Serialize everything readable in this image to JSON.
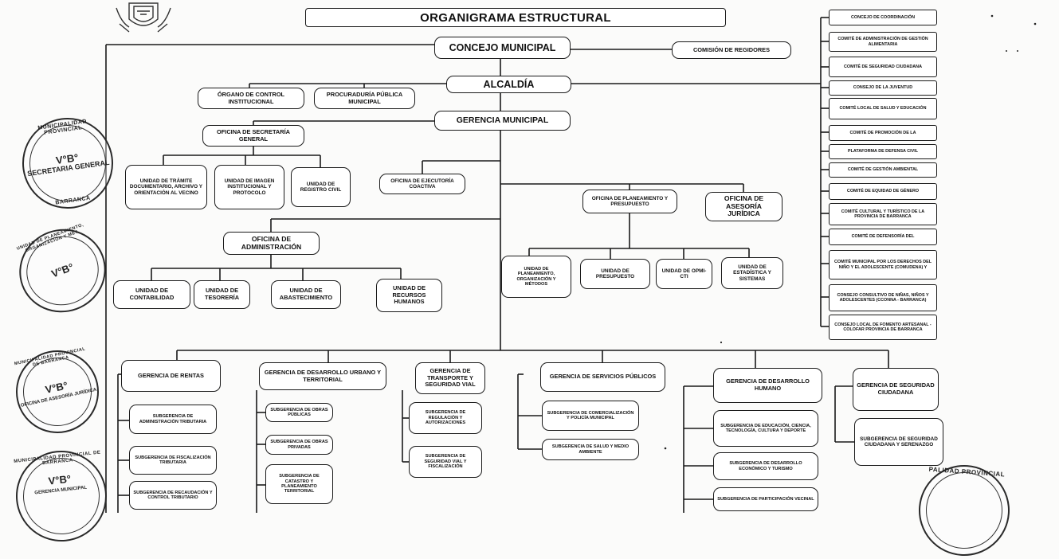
{
  "title": "ORGANIGRAMA ESTRUCTURAL",
  "boxes": {
    "concejo": "CONCEJO MUNICIPAL",
    "comision": "COMISIÓN DE REGIDORES",
    "alcaldia": "ALCALDÍA",
    "control": "ÓRGANO DE CONTROL INSTITUCIONAL",
    "procuraduria": "PROCURADURÍA PÚBLICA MUNICIPAL",
    "gerencia_municipal": "GERENCIA MUNICIPAL",
    "secretaria": "OFICINA DE SECRETARÍA GENERAL",
    "tramite": "UNIDAD DE TRÁMITE DOCUMENTARIO, ARCHIVO Y ORIENTACIÓN AL VECINO",
    "imagen": "UNIDAD DE IMAGEN INSTITUCIONAL Y PROTOCOLO",
    "registro": "UNIDAD DE REGISTRO CIVIL",
    "ejecutoria": "OFICINA DE EJECUTORÍA COACTIVA",
    "planeamiento": "OFICINA DE PLANEAMIENTO Y PRESUPUESTO",
    "asesoria": "OFICINA DE ASESORÍA JURÍDICA",
    "u_planeamiento": "UNIDAD DE PLANEAMIENTO, ORGANIZACIÓN Y MÉTODOS",
    "u_presupuesto": "UNIDAD DE PRESUPUESTO",
    "u_opmi": "UNIDAD DE OPMI-CTI",
    "u_estadistica": "UNIDAD DE ESTADÍSTICA Y SISTEMAS",
    "administracion": "OFICINA DE ADMINISTRACIÓN",
    "contabilidad": "UNIDAD DE CONTABILIDAD",
    "tesoreria": "UNIDAD DE TESORERÍA",
    "abastecimiento": "UNIDAD DE ABASTECIMIENTO",
    "rrhh": "UNIDAD DE RECURSOS HUMANOS",
    "g_rentas": "GERENCIA DE RENTAS",
    "g_urbano": "GERENCIA DE DESARROLLO URBANO Y TERRITORIAL",
    "g_transporte": "GERENCIA DE TRANSPORTE Y SEGURIDAD VIAL",
    "g_servicios": "GERENCIA DE SERVICIOS PÚBLICOS",
    "g_humano": "GERENCIA DE DESARROLLO HUMANO",
    "g_seguridad": "GERENCIA DE SEGURIDAD CIUDADANA",
    "sg_admin_trib": "SUBGERENCIA DE ADMINISTRACIÓN TRIBUTARIA",
    "sg_fiscal_trib": "SUBGERENCIA DE FISCALIZACIÓN TRIBUTARIA",
    "sg_recaudacion": "SUBGERENCIA DE RECAUDACIÓN Y CONTROL TRIBUTARIO",
    "sg_obras_pub": "SUBGERENCIA DE OBRAS PÚBLICAS",
    "sg_obras_priv": "SUBGERENCIA DE OBRAS PRIVADAS",
    "sg_catastro": "SUBGERENCIA DE CATASTRO Y PLANEAMIENTO TERRITORIAL",
    "sg_regulacion": "SUBGERENCIA DE REGULACIÓN Y AUTORIZACIONES",
    "sg_seg_vial": "SUBGERENCIA DE SEGURIDAD VIAL Y FISCALIZACIÓN",
    "sg_comercializacion": "SUBGERENCIA DE COMERCIALIZACIÓN Y POLICÍA MUNICIPAL",
    "sg_salud": "SUBGERENCIA DE SALUD Y MEDIO AMBIENTE",
    "sg_educacion": "SUBGERENCIA DE EDUCACIÓN, CIENCIA, TECNOLOGÍA, CULTURA Y DEPORTE",
    "sg_economico": "SUBGERENCIA DE DESARROLLO ECONÓMICO Y TURISMO",
    "sg_participacion": "SUBGERENCIA DE PARTICIPACIÓN VECINAL",
    "sg_seg_ciudadana": "SUBGERENCIA DE SEGURIDAD CIUDADANA Y SERENAZGO"
  },
  "consejos": [
    "CONCEJO DE COORDINACIÓN",
    "COMITÉ DE ADMINISTRACIÓN DE GESTIÓN ALIMENTARIA",
    "COMITÉ DE SEGURIDAD CIUDADANA",
    "CONSEJO DE LA JUVENTUD",
    "COMITÉ LOCAL DE SALUD Y EDUCACIÓN",
    "COMITÉ DE PROMOCIÓN DE LA",
    "PLATAFORMA DE DEFENSA CIVIL",
    "COMITÉ DE GESTIÓN AMBIENTAL",
    "COMITÉ DE EQUIDAD DE GÉNERO",
    "COMITÉ CULTURAL Y TURÍSTICO DE LA PROVINCIA DE BARRANCA",
    "COMITÉ DE DEFENSORÍA DEL",
    "COMITÉ MUNICIPAL POR LOS DERECHOS DEL NIÑO Y EL ADOLESCENTE (COMUDENA) Y",
    "CONSEJO CONSULTIVO DE NIÑAS, NIÑOS Y ADOLESCENTES (CCONNA - BARRANCA)",
    "CONSEJO LOCAL DE FOMENTO ARTESANAL - COLOFAR PROVINCIA DE BARRANCA"
  ],
  "seals": {
    "s1_top": "MUNICIPALIDAD PROVINCIAL",
    "s1_mid": "SECRETARIA GENERAL",
    "s1_bottom": "BARRANCA",
    "s2_top": "UNIDAD DE PLANEAMIENTO, ORGANIZACIÓN Y MÉT",
    "s3_top": "MUNICIPALIDAD PROVINCIAL DE BARRANCA",
    "s3_mid": "OFICINA DE ASESORÍA JURÍDICA",
    "s4_top": "MUNICIPALIDAD PROVINCIAL DE BARRANCA",
    "s4_mid": "GERENCIA MUNICIPAL",
    "s5_top": "PALIDAD PROVINCIAL",
    "vb": "V°B°"
  }
}
